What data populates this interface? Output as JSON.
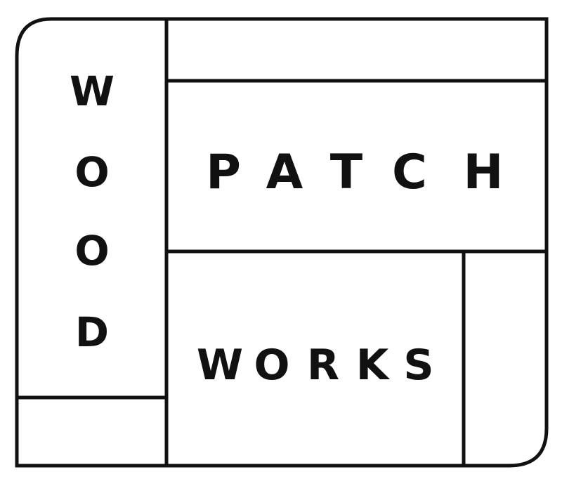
{
  "logo": {
    "word_vertical": [
      "W",
      "O",
      "O",
      "D"
    ],
    "word_patch": [
      "P",
      "A",
      "T",
      "C",
      "H"
    ],
    "word_works": [
      "W",
      "O",
      "R",
      "K",
      "S"
    ],
    "colors": {
      "stroke": "#111111",
      "background": "#ffffff"
    }
  }
}
